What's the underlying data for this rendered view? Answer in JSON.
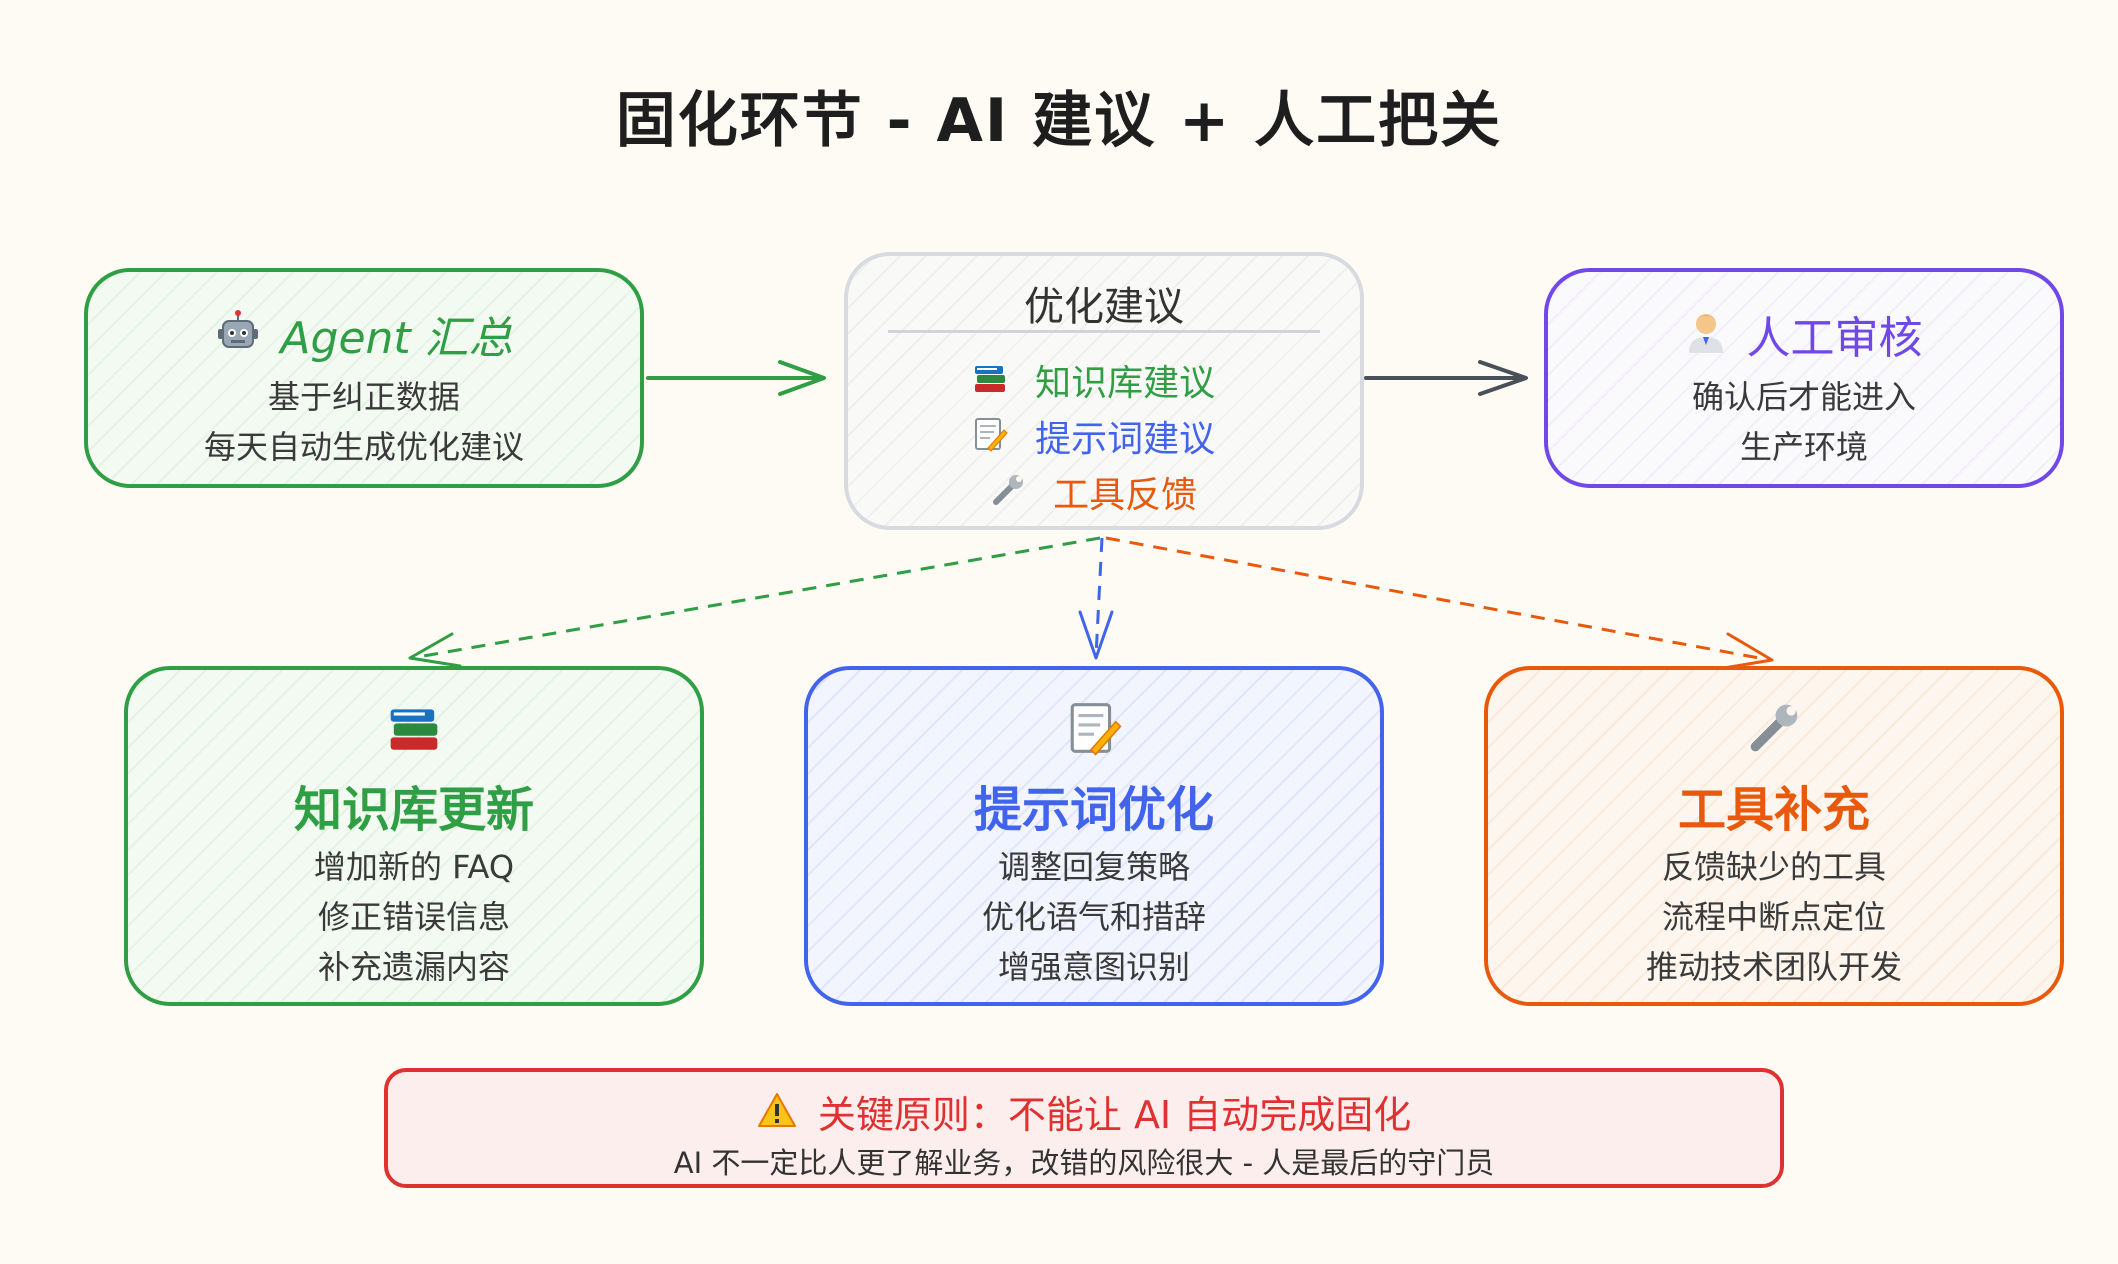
{
  "title": "固化环节 - AI 建议 + 人工把关",
  "colors": {
    "green": "#2f9e44",
    "gray": "#ced4da",
    "purple": "#7048e8",
    "blue": "#4263eb",
    "orange": "#e8590c",
    "red": "#e03131",
    "arrow_dark": "#495057"
  },
  "agent_box": {
    "icon": "robot-icon",
    "title": "Agent 汇总",
    "lines": [
      "基于纠正数据",
      "每天自动生成优化建议"
    ]
  },
  "suggestion_box": {
    "title": "优化建议",
    "items": [
      {
        "icon": "books-icon",
        "label": "知识库建议"
      },
      {
        "icon": "memo-pencil-icon",
        "label": "提示词建议"
      },
      {
        "icon": "wrench-icon",
        "label": "工具反馈"
      }
    ]
  },
  "review_box": {
    "icon": "person-icon",
    "title": "人工审核",
    "lines": [
      "确认后才能进入",
      "生产环境"
    ]
  },
  "kb_box": {
    "icon": "books-icon",
    "title": "知识库更新",
    "lines": [
      "增加新的 FAQ",
      "修正错误信息",
      "补充遗漏内容"
    ]
  },
  "prompt_box": {
    "icon": "memo-pencil-icon",
    "title": "提示词优化",
    "lines": [
      "调整回复策略",
      "优化语气和措辞",
      "增强意图识别"
    ]
  },
  "tool_box": {
    "icon": "wrench-icon",
    "title": "工具补充",
    "lines": [
      "反馈缺少的工具",
      "流程中断点定位",
      "推动技术团队开发"
    ]
  },
  "principle": {
    "icon": "warning-icon",
    "title": "关键原则：不能让 AI 自动完成固化",
    "subtitle": "AI 不一定比人更了解业务，改错的风险很大 - 人是最后的守门员"
  }
}
